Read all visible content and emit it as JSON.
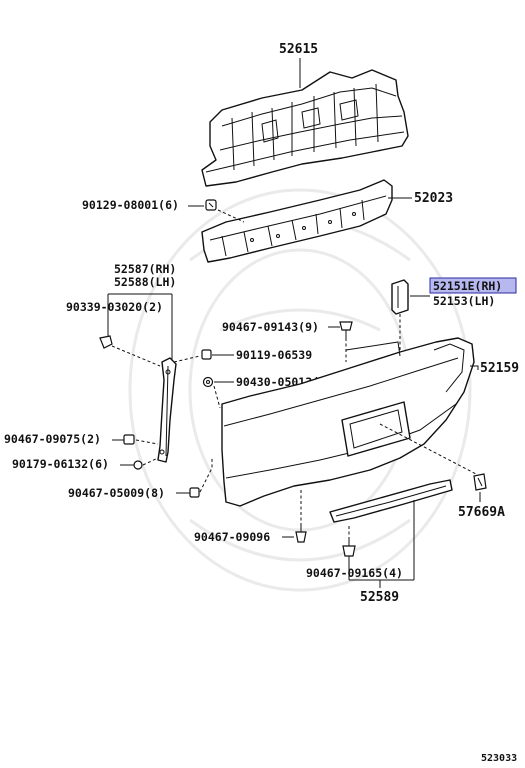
{
  "labels": {
    "p52615": "52615",
    "p52023": "52023",
    "p90129": "90129-08001(6)",
    "p52587": "52587(RH)",
    "p52588": "52588(LH)",
    "p90339": "90339-03020(2)",
    "p90467_09143": "90467-09143(9)",
    "p52151e": "52151E(RH)",
    "p52153": "52153(LH)",
    "p90119": "90119-06539",
    "p90430": "90430-05013(4)",
    "p52159": "52159",
    "p90467_09075": "90467-09075(2)",
    "p90179": "90179-06132(6)",
    "p90467_05009": "90467-05009(8)",
    "p57669a": "57669A",
    "p90467_09096": "90467-09096",
    "p90467_09165": "90467-09165(4)",
    "p52589": "52589",
    "diagram_id": "523033"
  },
  "colors": {
    "highlight_fill": "#b8b8f0",
    "highlight_stroke": "#2a2aa0",
    "ink": "#111111"
  }
}
